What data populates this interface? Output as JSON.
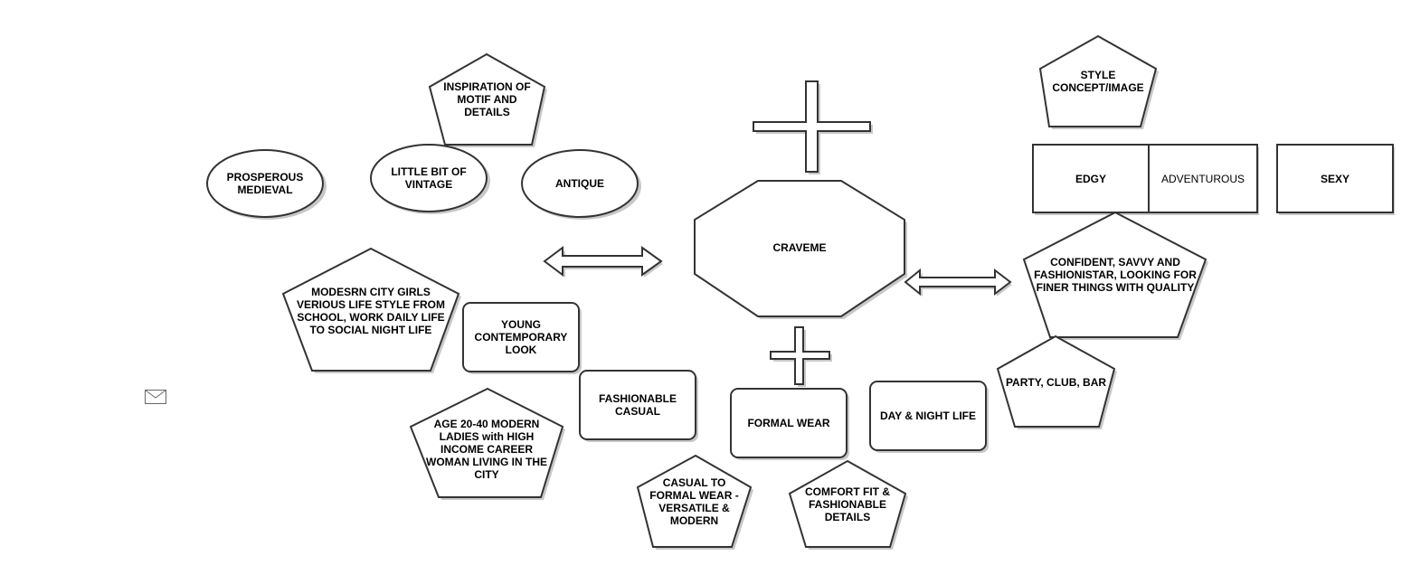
{
  "colors": {
    "stroke": "#333333",
    "fill": "#ffffff",
    "shadow": "#c8c8c8"
  },
  "nodes": {
    "inspiration": "INSPIRATION OF\nMOTIF AND\nDETAILS",
    "prosperous": "PROSPEROUS\nMEDIEVAL",
    "vintage": "LITTLE BIT OF\nVINTAGE",
    "antique": "ANTIQUE",
    "style_concept": "STYLE\nCONCEPT/IMAGE",
    "edgy": "EDGY",
    "adventurous": "ADVENTUROUS",
    "sexy": "SEXY",
    "craveme": "CRAVEME",
    "confident": "CONFIDENT, SAVVY AND\nFASHIONISTAR, LOOKING FOR\nFINER THINGS WITH QUALITY",
    "modern_city": "MODESRN CITY GIRLS\nVERIOUS LIFE STYLE FROM\nSCHOOL, WORK DAILY LIFE\nTO SOCIAL NIGHT LIFE",
    "young": "YOUNG\nCONTEMPORARY\nLOOK",
    "fashionable_casual": "FASHIONABLE\nCASUAL",
    "age": "AGE 20-40 MODERN\nLADIES with HIGH\nINCOME CAREER\nWOMAN LIVING IN THE\nCITY",
    "formal_wear": "FORMAL WEAR",
    "day_night": "DAY & NIGHT LIFE",
    "party": "PARTY, CLUB, BAR",
    "casual_formal": "CASUAL TO\nFORMAL WEAR -\nVERSATILE &\nMODERN",
    "comfort": "COMFORT FIT &\nFASHIONABLE\nDETAILS"
  },
  "icons": {
    "mail": "envelope-icon"
  }
}
